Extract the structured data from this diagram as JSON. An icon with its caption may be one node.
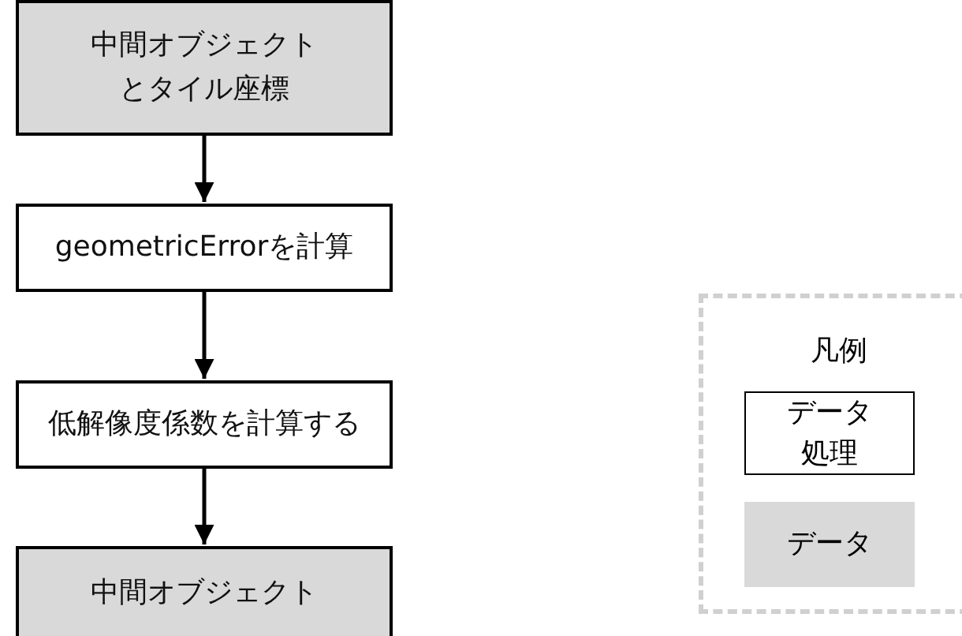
{
  "diagram": {
    "nodes": [
      {
        "text": [
          "中間オブジェクトとタイル座標"
        ]
      },
      {
        "text": [
          "geometricErrorを計算"
        ]
      },
      {
        "text": [
          "低解像度係数を計算する"
        ]
      },
      {
        "text": [
          "中間オブジェクト"
        ]
      }
    ],
    "edges": [
      {
        "from": 0,
        "to": 1,
        "arrow": "to"
      },
      {
        "from": 1,
        "to": 2,
        "arrow": "to"
      },
      {
        "from": 2,
        "to": 3,
        "arrow": "to"
      }
    ],
    "labels": [
      "凡例"
    ],
    "legend": [
      {
        "text": "データ処理",
        "color": "#ffffff"
      },
      {
        "text": "データ",
        "color": "#d9d9d9"
      }
    ]
  }
}
